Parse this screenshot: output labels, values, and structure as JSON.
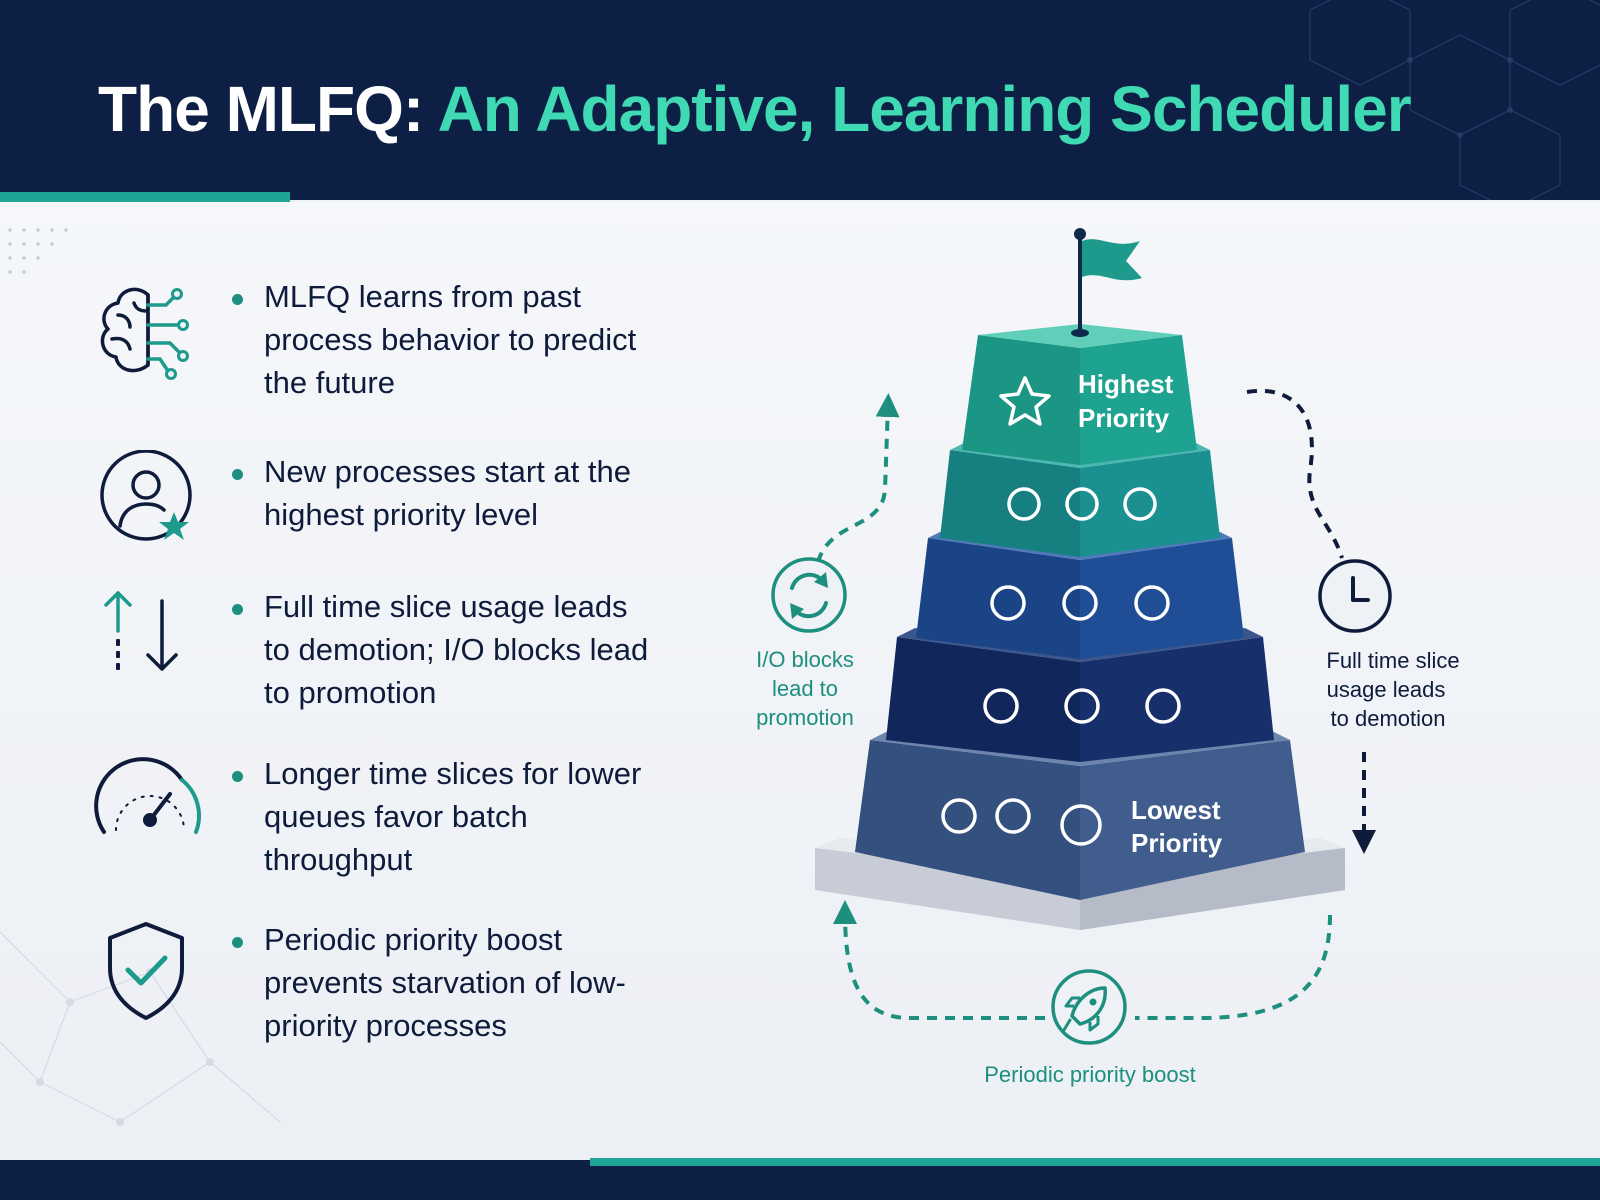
{
  "header": {
    "title_part1": "The MLFQ:",
    "title_part2": "An Adaptive, Learning Scheduler"
  },
  "colors": {
    "navy": "#0d1f44",
    "teal": "#1fa596",
    "teal_light": "#3fd9b3",
    "level_1": "#1d9a8c",
    "level_2": "#1a8a8a",
    "level_3": "#1d4a8c",
    "level_4": "#14295e",
    "level_5": "#3c5887"
  },
  "bullets": [
    {
      "icon": "brain-circuit-icon",
      "text": "MLFQ learns from past process behavior to predict the future"
    },
    {
      "icon": "user-star-icon",
      "text": "New processes start at the highest priority level"
    },
    {
      "icon": "up-down-arrows-icon",
      "text": "Full time slice usage leads to demotion; I/O blocks lead to promotion"
    },
    {
      "icon": "speedometer-icon",
      "text": "Longer time slices for lower queues favor batch throughput"
    },
    {
      "icon": "shield-check-icon",
      "text": "Periodic priority boost prevents starvation of low-priority processes"
    }
  ],
  "diagram": {
    "levels": [
      {
        "label_line1": "Highest",
        "label_line2": "Priority",
        "icon": "star-icon",
        "process_count": 0
      },
      {
        "label_line1": "",
        "label_line2": "",
        "process_count": 3
      },
      {
        "label_line1": "",
        "label_line2": "",
        "process_count": 3
      },
      {
        "label_line1": "",
        "label_line2": "",
        "process_count": 3
      },
      {
        "label_line1": "Lowest",
        "label_line2": "Priority",
        "process_count": 3
      }
    ],
    "promotion_label": [
      "I/O blocks",
      "lead to",
      "promotion"
    ],
    "demotion_label": [
      "Full time slice",
      "usage leads",
      "to demotion"
    ],
    "boost_label": "Periodic priority boost",
    "icons": {
      "top": "flag-icon",
      "promotion": "refresh-cycle-icon",
      "demotion": "clock-icon",
      "boost": "rocket-icon"
    }
  }
}
